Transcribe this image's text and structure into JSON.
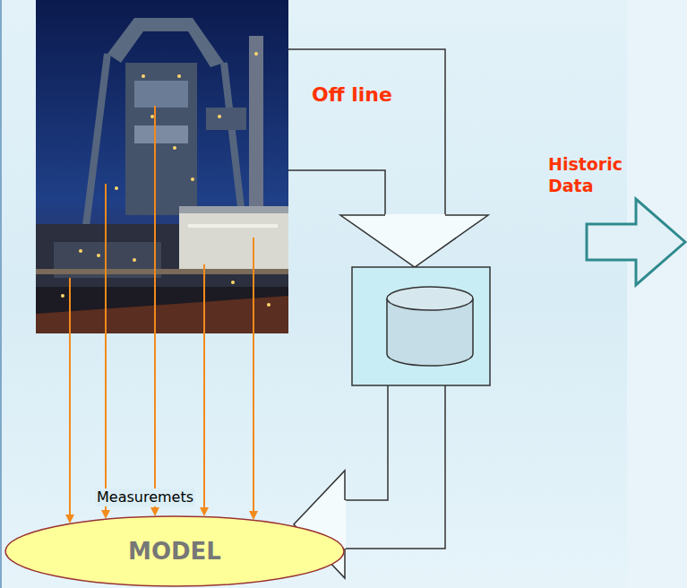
{
  "diagram": {
    "nodes": [
      {
        "text": [
          "MODEL"
        ]
      }
    ],
    "labels": [
      "Off line",
      "Historic Data",
      "Measuremets"
    ]
  }
}
